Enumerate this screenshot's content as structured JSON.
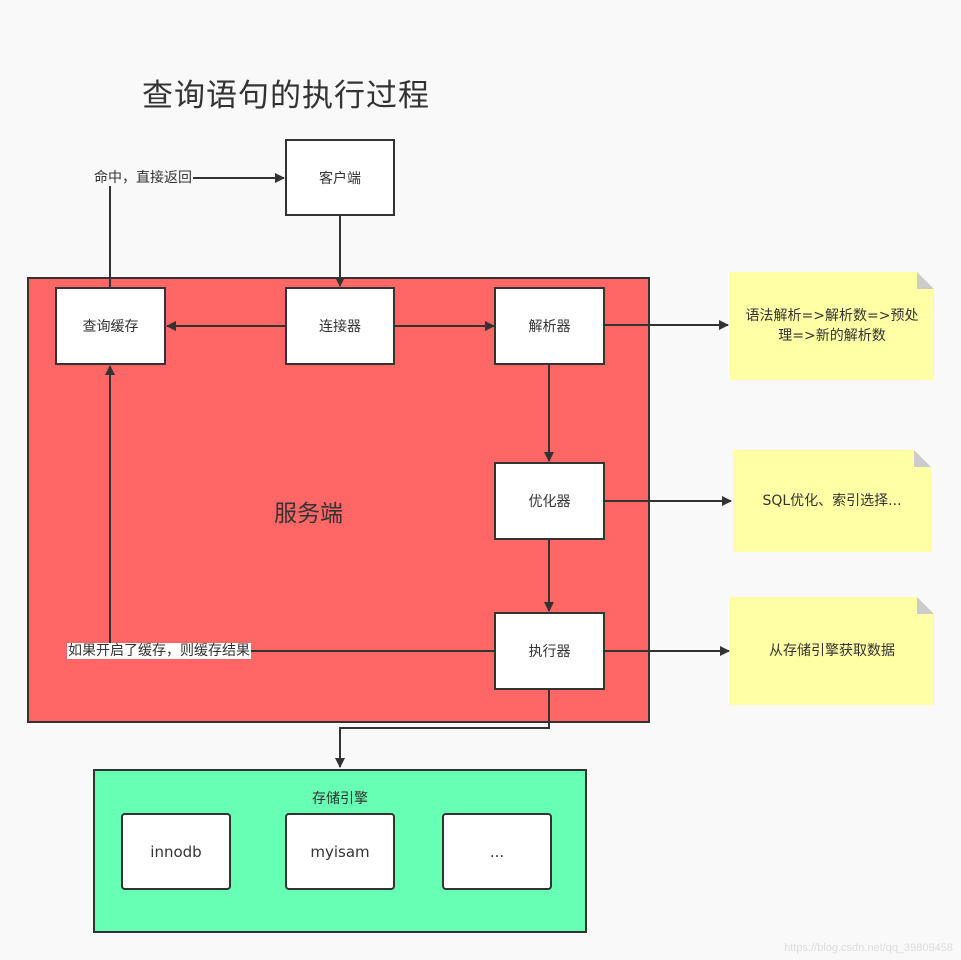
{
  "title": "查询语句的执行过程",
  "containers": {
    "server": "服务端",
    "storage": "存储引擎"
  },
  "nodes": {
    "client": "客户端",
    "query_cache": "查询缓存",
    "connector": "连接器",
    "parser": "解析器",
    "optimizer": "优化器",
    "executor": "执行器"
  },
  "engines": [
    "innodb",
    "myisam",
    "..."
  ],
  "notes": {
    "parser": "语法解析=>解析数=>预处理=>新的解析数",
    "optimizer": "SQL优化、索引选择...",
    "executor": "从存储引擎获取数据"
  },
  "edge_labels": {
    "cache_hit": "命中，直接返回",
    "cache_result": "如果开启了缓存，则缓存结果"
  },
  "colors": {
    "server_fill": "#ff6666",
    "storage_fill": "#66ffb3",
    "note_fill": "#ffffa6",
    "stroke": "#333333",
    "background": "#f9f9f9"
  },
  "watermark": "https://blog.csdn.net/qq_39809458"
}
